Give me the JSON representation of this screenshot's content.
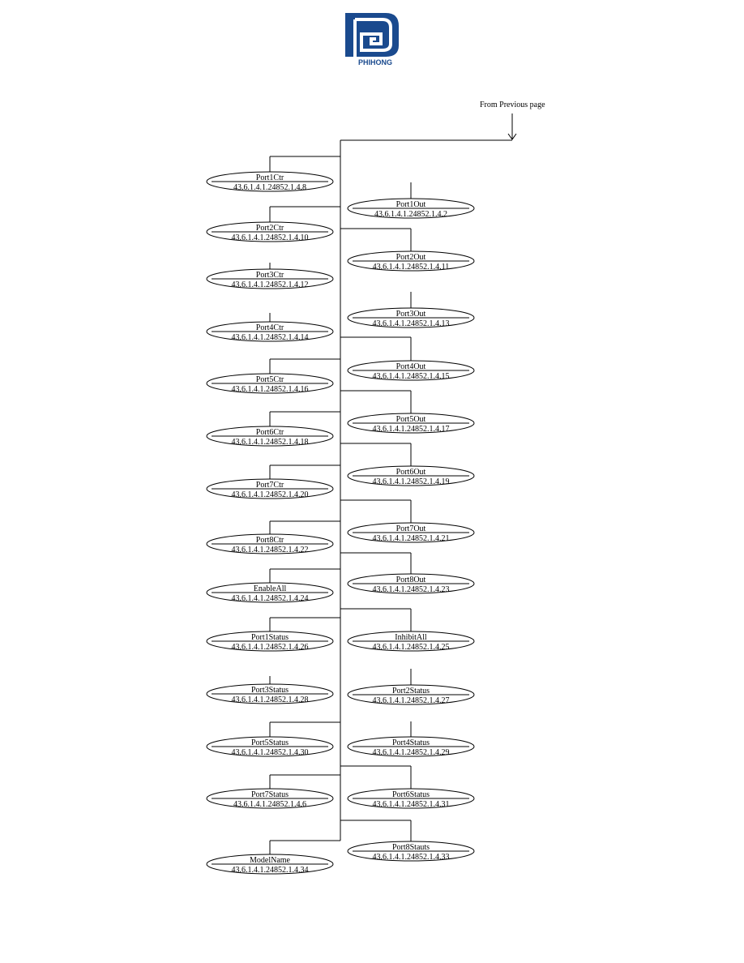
{
  "logo": {
    "brand_text": "PHIHONG",
    "color": "#1a4a8e"
  },
  "header": {
    "from_previous_label": "From Previous page"
  },
  "nodes": [
    {
      "name": "Port1Ctr",
      "oid": "43.6.1.4.1.24852.1.4.8"
    },
    {
      "name": "Port1Out",
      "oid": "43.6.1.4.1.24852.1.4.2"
    },
    {
      "name": "Port2Ctr",
      "oid": "43.6.1.4.1.24852.1.4.10"
    },
    {
      "name": "Port2Out",
      "oid": "43.6.1.4.1.24852.1.4.11"
    },
    {
      "name": "Port3Ctr",
      "oid": "43.6.1.4.1.24852.1.4.12"
    },
    {
      "name": "Port3Out",
      "oid": "43.6.1.4.1.24852.1.4.13"
    },
    {
      "name": "Port4Ctr",
      "oid": "43.6.1.4.1.24852.1.4.14"
    },
    {
      "name": "Port4Out",
      "oid": "43.6.1.4.1.24852.1.4.15"
    },
    {
      "name": "Port5Ctr",
      "oid": "43.6.1.4.1.24852.1.4.16"
    },
    {
      "name": "Port5Out",
      "oid": "43.6.1.4.1.24852.1.4.17"
    },
    {
      "name": "Port6Ctr",
      "oid": "43.6.1.4.1.24852.1.4.18"
    },
    {
      "name": "Port6Out",
      "oid": "43.6.1.4.1.24852.1.4.19"
    },
    {
      "name": "Port7Ctr",
      "oid": "43.6.1.4.1.24852.1.4.20"
    },
    {
      "name": "Port7Out",
      "oid": "43.6.1.4.1.24852.1.4.21"
    },
    {
      "name": "Port8Ctr",
      "oid": "43.6.1.4.1.24852.1.4.22"
    },
    {
      "name": "Port8Out",
      "oid": "43.6.1.4.1.24852.1.4.23"
    },
    {
      "name": "EnableAll",
      "oid": "43.6.1.4.1.24852.1.4.24"
    },
    {
      "name": "InhibitAll",
      "oid": "43.6.1.4.1.24852.1.4.25"
    },
    {
      "name": "Port1Status",
      "oid": "43.6.1.4.1.24852.1.4.26"
    },
    {
      "name": "Port2Status",
      "oid": "43.6.1.4.1.24852.1.4.27"
    },
    {
      "name": "Port3Status",
      "oid": "43.6.1.4.1.24852.1.4.28"
    },
    {
      "name": "Port4Status",
      "oid": "43.6.1.4.1.24852.1.4.29"
    },
    {
      "name": "Port5Status",
      "oid": "43.6.1.4.1.24852.1.4.30"
    },
    {
      "name": "Port6Status",
      "oid": "43.6.1.4.1.24852.1.4.31"
    },
    {
      "name": "Port7Status",
      "oid": "43.6.1.4.1.24852.1.4.6"
    },
    {
      "name": "Port8Stauts",
      "oid": "43.6.1.4.1.24852.1.4.33"
    },
    {
      "name": "ModelName",
      "oid": "43.6.1.4.1.24852.1.4.34"
    }
  ]
}
